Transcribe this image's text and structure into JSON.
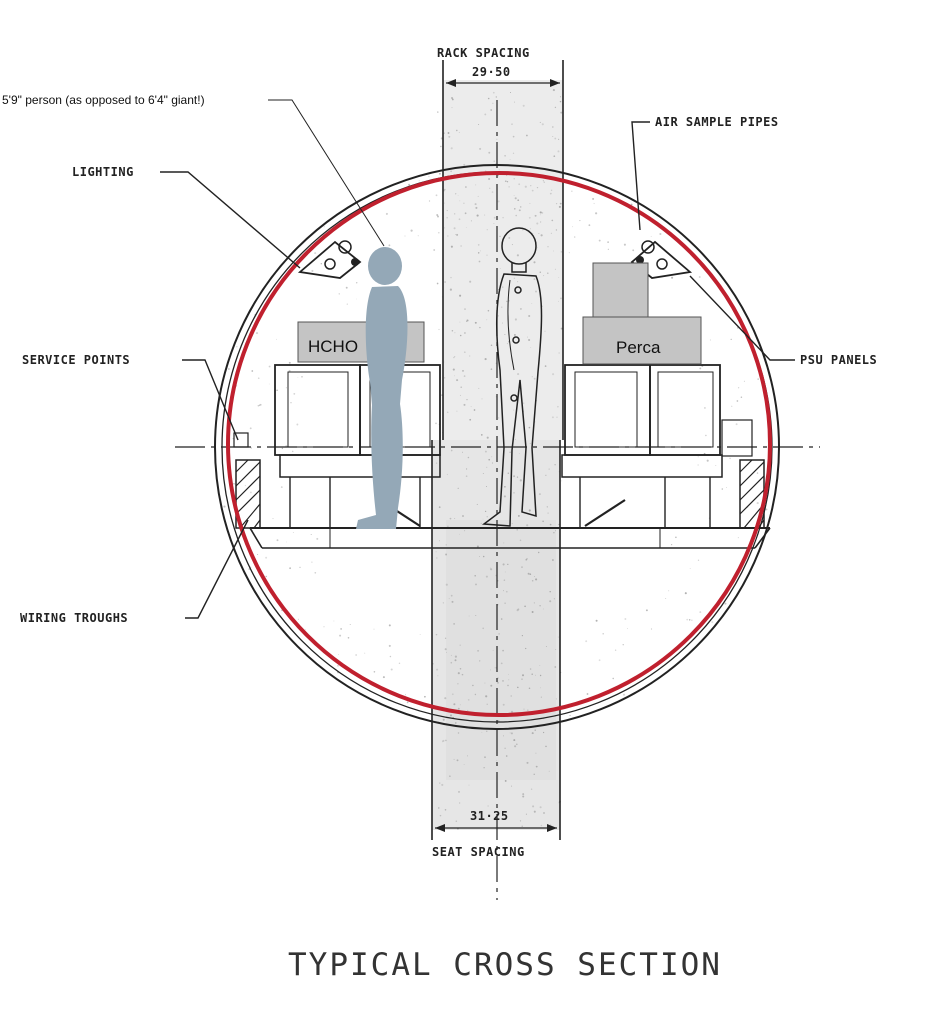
{
  "diagram": {
    "title": "TYPICAL CROSS SECTION",
    "annotation": "5'9\" person (as opposed to 6'4\" giant!)",
    "rack_spacing": {
      "label": "RACK SPACING",
      "value": "29·50"
    },
    "seat_spacing": {
      "label": "SEAT SPACING",
      "value": "31·25"
    },
    "callouts": {
      "lighting": "LIGHTING",
      "service_points": "SERVICE POINTS",
      "wiring_troughs": "WIRING TROUGHS",
      "air_sample_pipes": "AIR SAMPLE PIPES",
      "psu_panels": "PSU PANELS"
    },
    "boxes": {
      "left": "HCHO",
      "right": "Perca"
    },
    "colors": {
      "overlay_circle": "#c0202e",
      "person_silhouette": "#94a8b7",
      "instrument_box": "#c4c4c4",
      "linework": "#222222"
    }
  }
}
